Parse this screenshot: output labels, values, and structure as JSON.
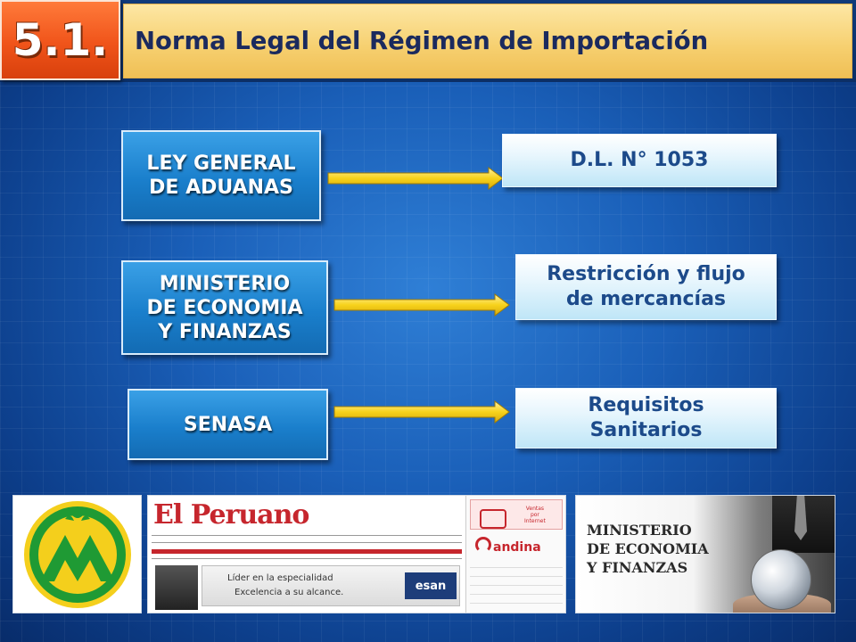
{
  "header": {
    "number": "5.1.",
    "title": "Norma Legal del Régimen de Importación"
  },
  "rows": [
    {
      "source": "LEY GENERAL\nDE ADUANAS",
      "target": "D.L. N°  1053"
    },
    {
      "source": "MINISTERIO\nDE ECONOMIA\nY FINANZAS",
      "target": "Restricción y flujo\nde mercancías"
    },
    {
      "source": "SENASA",
      "target": "Requisitos\nSanitarios"
    }
  ],
  "images": {
    "el_peruano": {
      "masthead": "El Peruano",
      "banner_line1": "Líder en la especialidad",
      "banner_line2": "Excelencia a su alcance.",
      "ad_text": "esan",
      "side_text": "Ventas\npor\nInternet",
      "side_brand": "andina"
    },
    "ministerio": {
      "text": "MINISTERIO\nDE ECONOMIA\nY FINANZAS"
    }
  },
  "colors": {
    "background": "#1a5fb8",
    "number_box": "#f0541a",
    "title_box": "#f6cf6e",
    "source_box": "#1a7fcc",
    "target_text": "#1c4a8a",
    "arrow": "#f7d21b",
    "senasa_green": "#1f9a34",
    "senasa_yellow": "#f4cf1c"
  }
}
